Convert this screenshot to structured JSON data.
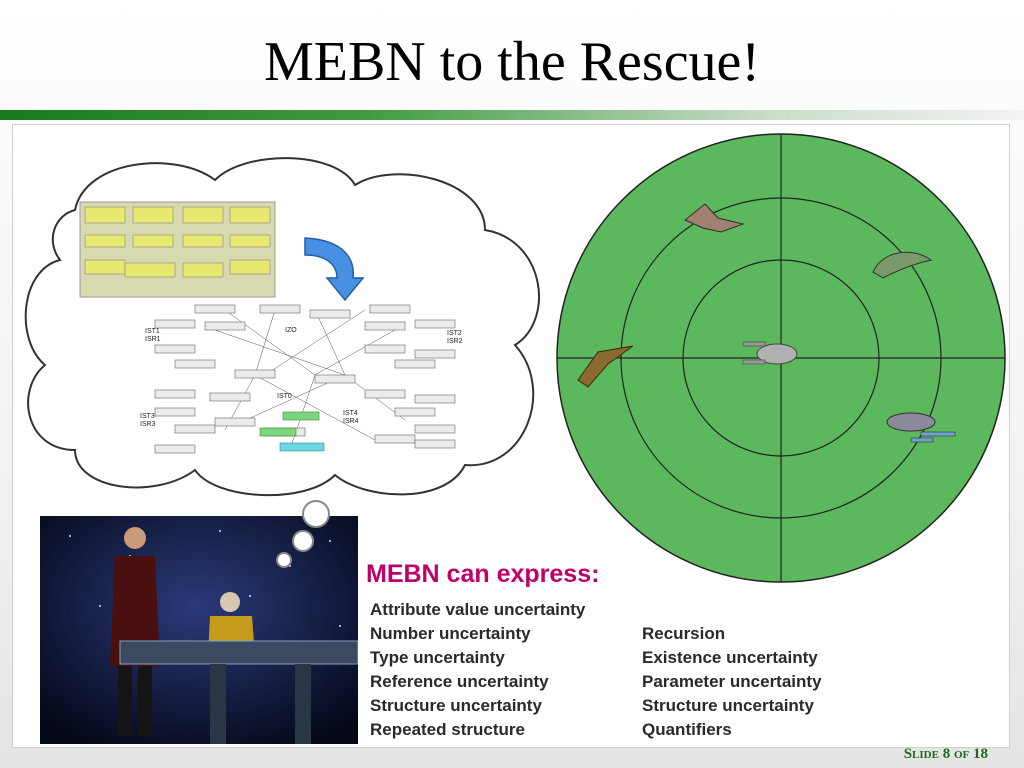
{
  "slide": {
    "title": "MEBN to the Rescue!",
    "express_heading": "MEBN can express:",
    "left_list": [
      "Attribute value uncertainty",
      "Number uncertainty",
      "Type uncertainty",
      "Reference uncertainty",
      "Structure uncertainty",
      "Repeated structure"
    ],
    "right_list": [
      "Recursion",
      "Existence uncertainty",
      "Parameter uncertainty",
      "Structure uncertainty",
      "Quantifiers"
    ],
    "footer": "Slide 8 of 18"
  },
  "diagram": {
    "node_labels": [
      "IZO",
      "IST1",
      "ISR1",
      "IST2",
      "ISR2",
      "IST0",
      "IST3",
      "ISR3",
      "IST4",
      "ISR4"
    ]
  },
  "colors": {
    "radar_fill": "#5cb85c",
    "title_bar": "#1a7a1a",
    "heading": "#c0006a",
    "footer": "#1a6a1a"
  }
}
